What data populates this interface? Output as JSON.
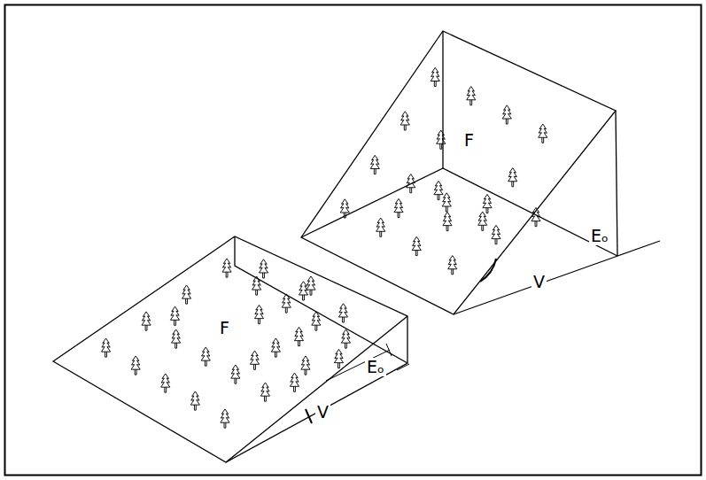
{
  "diagram": {
    "labels": [
      "F",
      "Eₒ",
      "V",
      "F",
      "Eₒ",
      "V"
    ]
  }
}
